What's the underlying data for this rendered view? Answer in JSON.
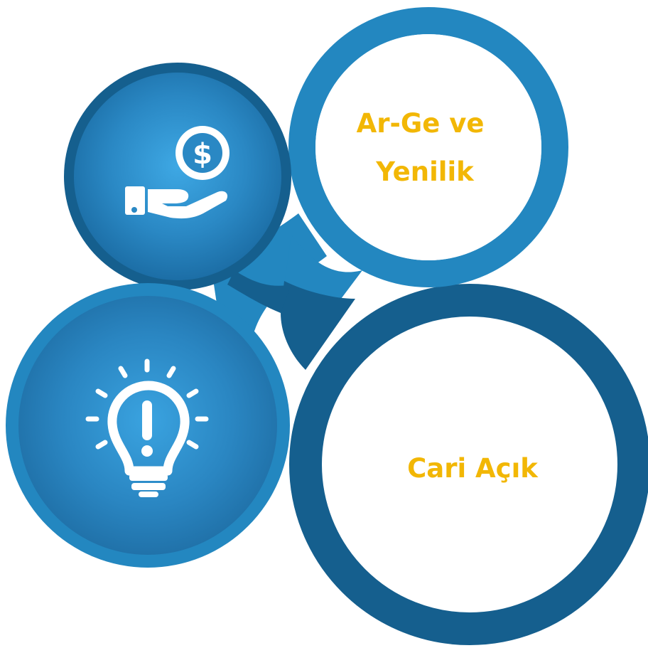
{
  "colors": {
    "accent_text": "#F2B705",
    "ring_light": "#2387C0",
    "ring_dark": "#155F8E",
    "node_light_center": "#3EA8E4",
    "node_dark_center": "#3AA3E0",
    "icon_fill": "#FFFFFF",
    "background": "#FFFFFF"
  },
  "nodes": {
    "top_right": {
      "lines": [
        "Ar-Ge ve",
        "Yenilik"
      ]
    },
    "bottom_right": {
      "lines": [
        "Cari Açık"
      ]
    },
    "top_left": {
      "icon": "hand-holding-dollar-icon"
    },
    "bottom_left": {
      "icon": "lightbulb-exclamation-icon"
    }
  }
}
